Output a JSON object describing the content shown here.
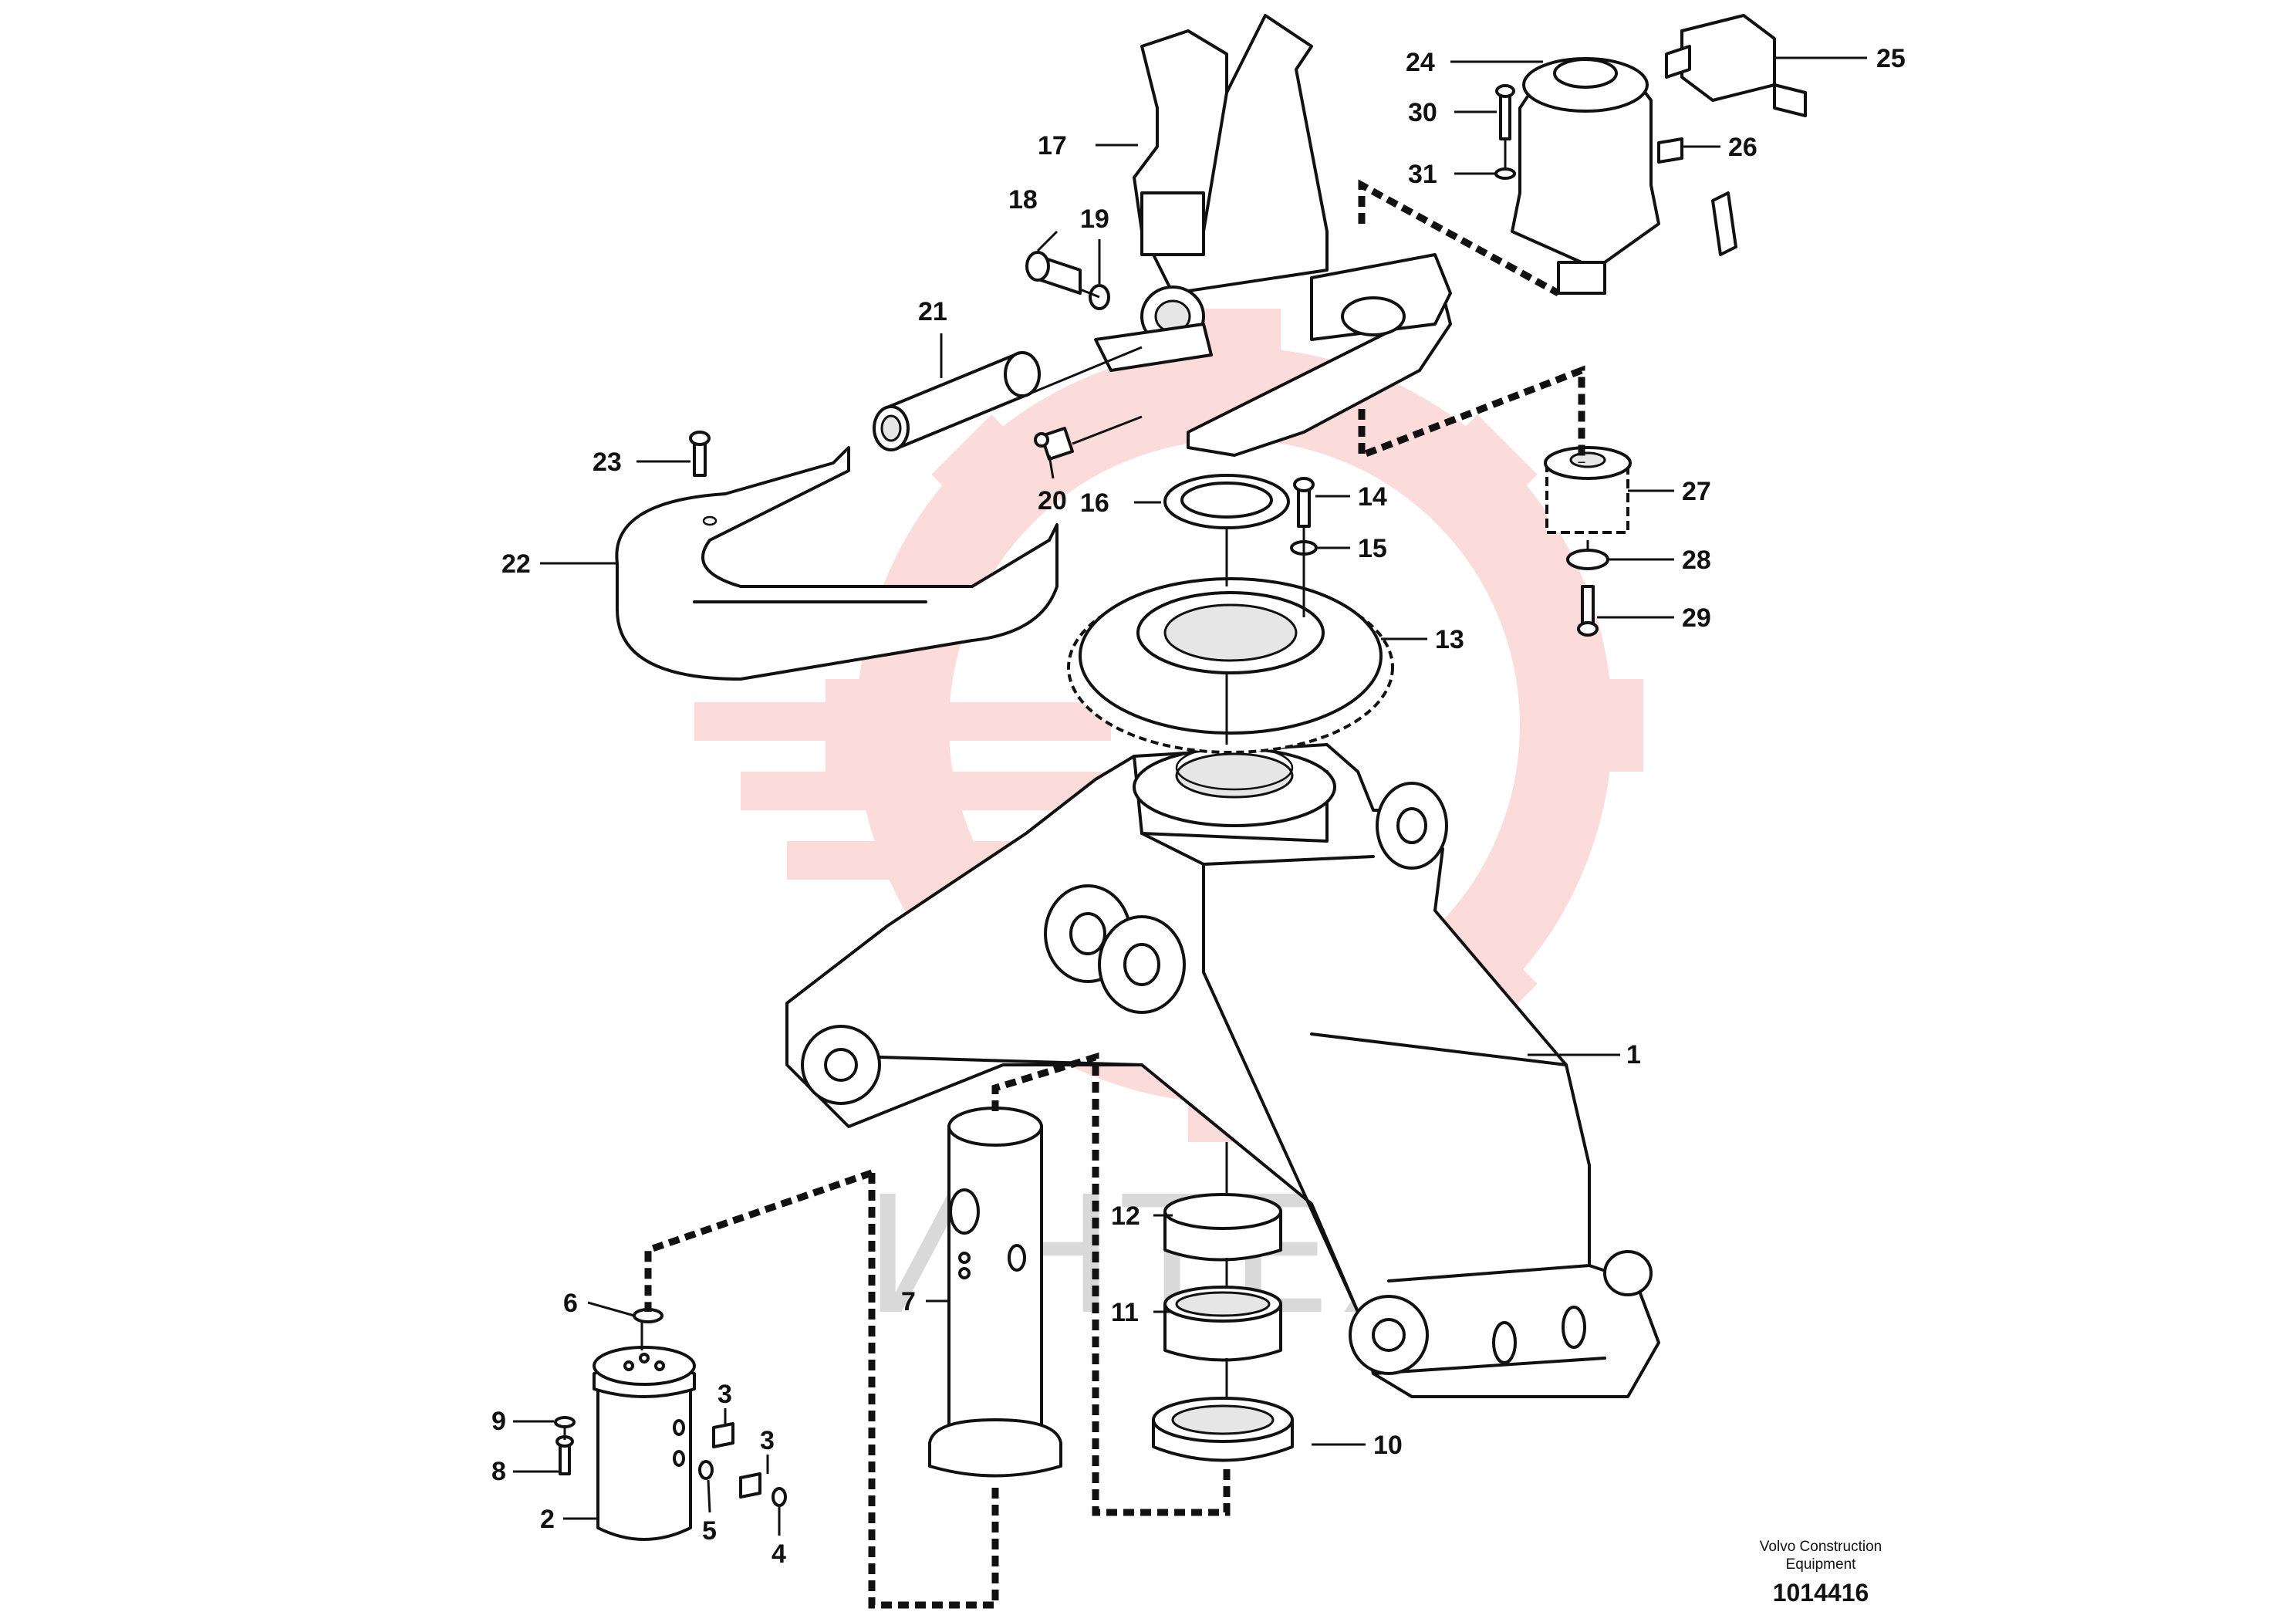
{
  "diagram": {
    "callouts": [
      "1",
      "2",
      "3",
      "3",
      "4",
      "5",
      "6",
      "7",
      "8",
      "9",
      "10",
      "11",
      "12",
      "13",
      "14",
      "15",
      "16",
      "17",
      "18",
      "19",
      "20",
      "21",
      "22",
      "23",
      "24",
      "25",
      "26",
      "27",
      "28",
      "29",
      "30",
      "31"
    ],
    "footer": {
      "maker_line1": "Volvo Construction",
      "maker_line2": "Equipment",
      "drawing_number": "1014416"
    },
    "watermark": {
      "text": "ИНТЕХ",
      "color": "#f25c5c"
    },
    "colors": {
      "line": "#111111",
      "background": "#ffffff"
    }
  }
}
